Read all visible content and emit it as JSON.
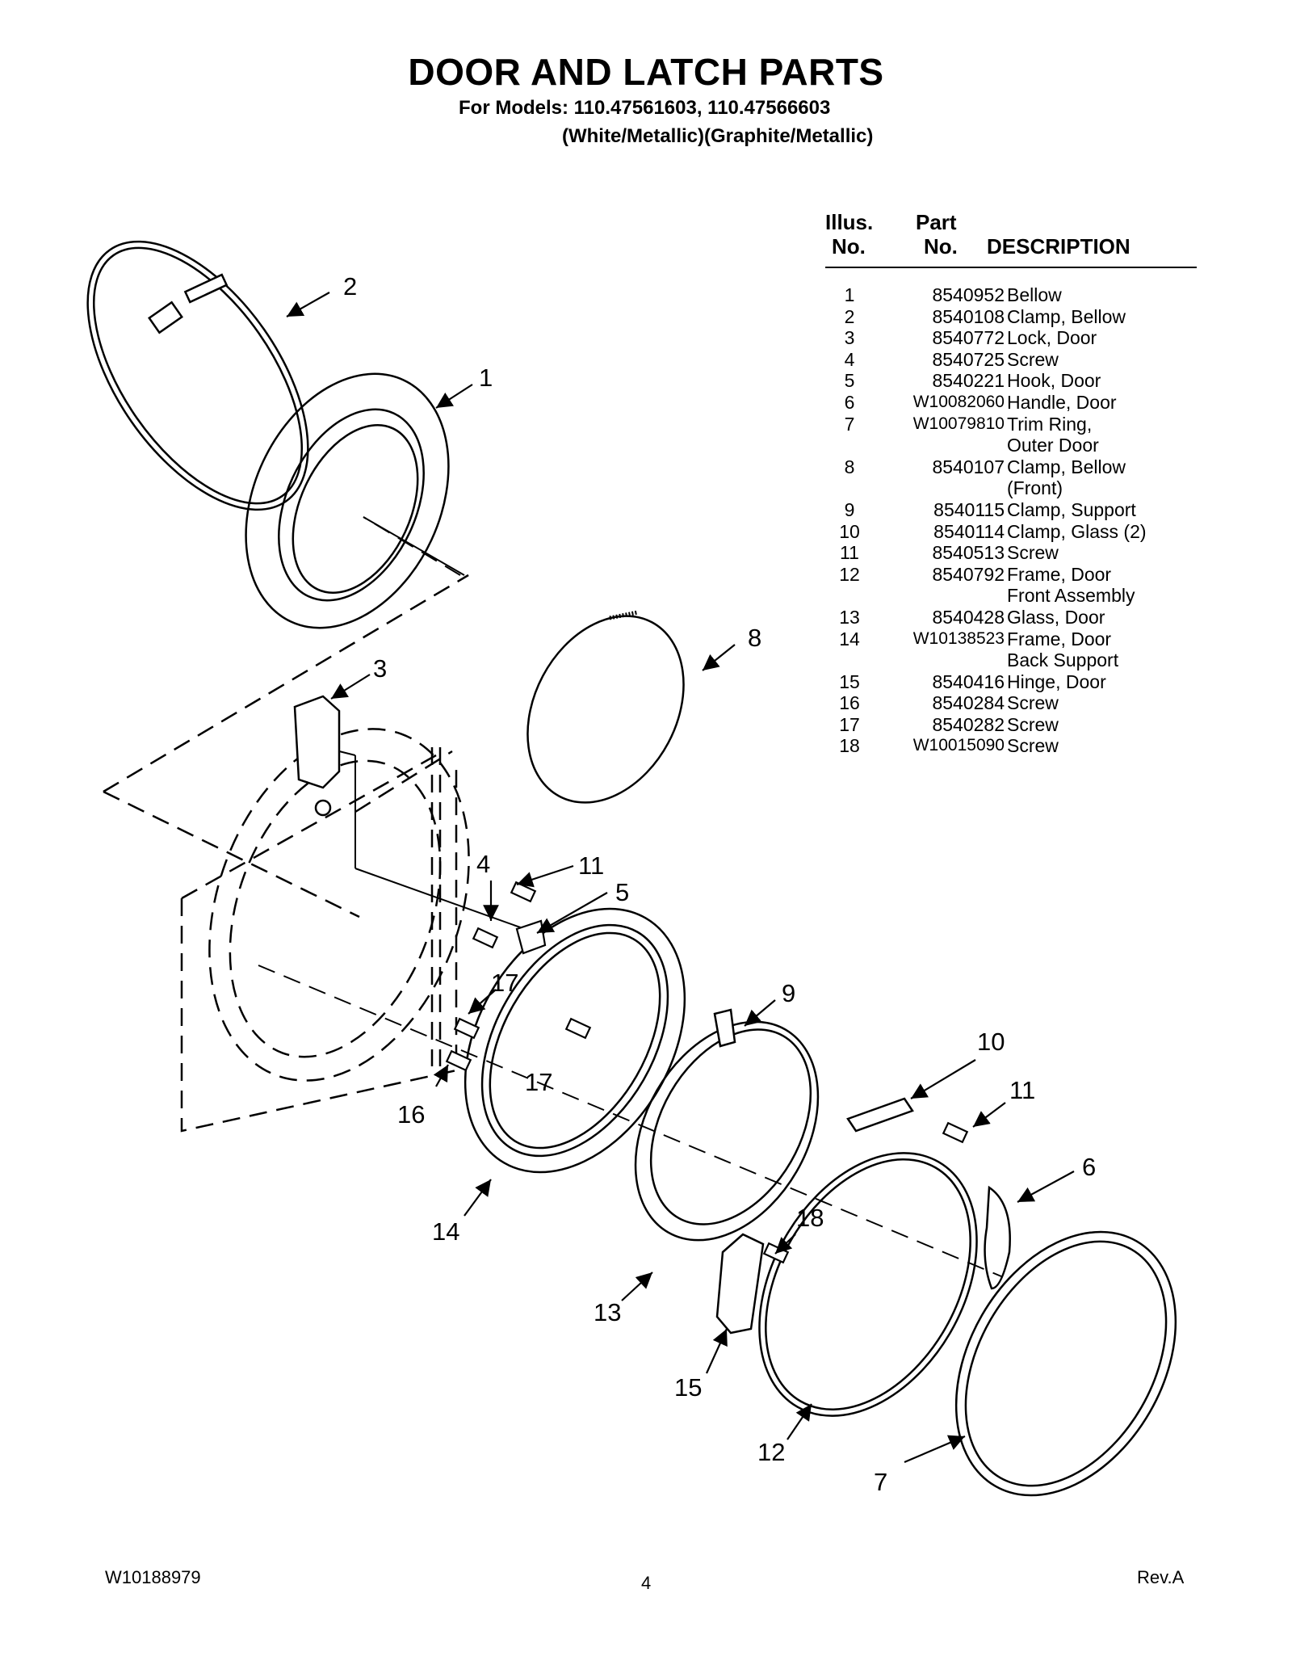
{
  "header": {
    "title": "DOOR AND LATCH PARTS",
    "models": "For Models: 110.47561603, 110.47566603",
    "colors": "(White/Metallic)(Graphite/Metallic)"
  },
  "table": {
    "col_illus_1": "Illus.",
    "col_illus_2": "No.",
    "col_part_1": "Part",
    "col_part_2": "No.",
    "col_desc": "DESCRIPTION",
    "rows": [
      {
        "no": "1",
        "part": "8540952",
        "desc": "Bellow"
      },
      {
        "no": "2",
        "part": "8540108",
        "desc": "Clamp, Bellow"
      },
      {
        "no": "3",
        "part": "8540772",
        "desc": "Lock, Door"
      },
      {
        "no": "4",
        "part": "8540725",
        "desc": "Screw"
      },
      {
        "no": "5",
        "part": "8540221",
        "desc": "Hook, Door"
      },
      {
        "no": "6",
        "part": "W10082060",
        "desc": "Handle, Door"
      },
      {
        "no": "7",
        "part": "W10079810",
        "desc": "Trim Ring,"
      },
      {
        "no": "",
        "part": "",
        "desc": "Outer Door"
      },
      {
        "no": "8",
        "part": "8540107",
        "desc": "Clamp, Bellow"
      },
      {
        "no": "",
        "part": "",
        "desc": "(Front)"
      },
      {
        "no": "9",
        "part": "8540115",
        "desc": "Clamp, Support"
      },
      {
        "no": "10",
        "part": "8540114",
        "desc": "Clamp, Glass (2)"
      },
      {
        "no": "11",
        "part": "8540513",
        "desc": "Screw"
      },
      {
        "no": "12",
        "part": "8540792",
        "desc": "Frame, Door"
      },
      {
        "no": "",
        "part": "",
        "desc": "Front Assembly"
      },
      {
        "no": "13",
        "part": "8540428",
        "desc": "Glass, Door"
      },
      {
        "no": "14",
        "part": "W10138523",
        "desc": "Frame, Door"
      },
      {
        "no": "",
        "part": "",
        "desc": "Back Support"
      },
      {
        "no": "15",
        "part": "8540416",
        "desc": "Hinge, Door"
      },
      {
        "no": "16",
        "part": "8540284",
        "desc": "Screw"
      },
      {
        "no": "17",
        "part": "8540282",
        "desc": "Screw"
      },
      {
        "no": "18",
        "part": "W10015090",
        "desc": "Screw"
      }
    ]
  },
  "callouts": {
    "c1": "1",
    "c2": "2",
    "c3": "3",
    "c4": "4",
    "c5": "5",
    "c6": "6",
    "c7": "7",
    "c8": "8",
    "c9": "9",
    "c10": "10",
    "c11a": "11",
    "c11b": "11",
    "c12": "12",
    "c13": "13",
    "c14": "14",
    "c15": "15",
    "c16": "16",
    "c17a": "17",
    "c17b": "17",
    "c18": "18"
  },
  "footer": {
    "doc_number": "W10188979",
    "page": "4",
    "revision": "Rev.A"
  }
}
